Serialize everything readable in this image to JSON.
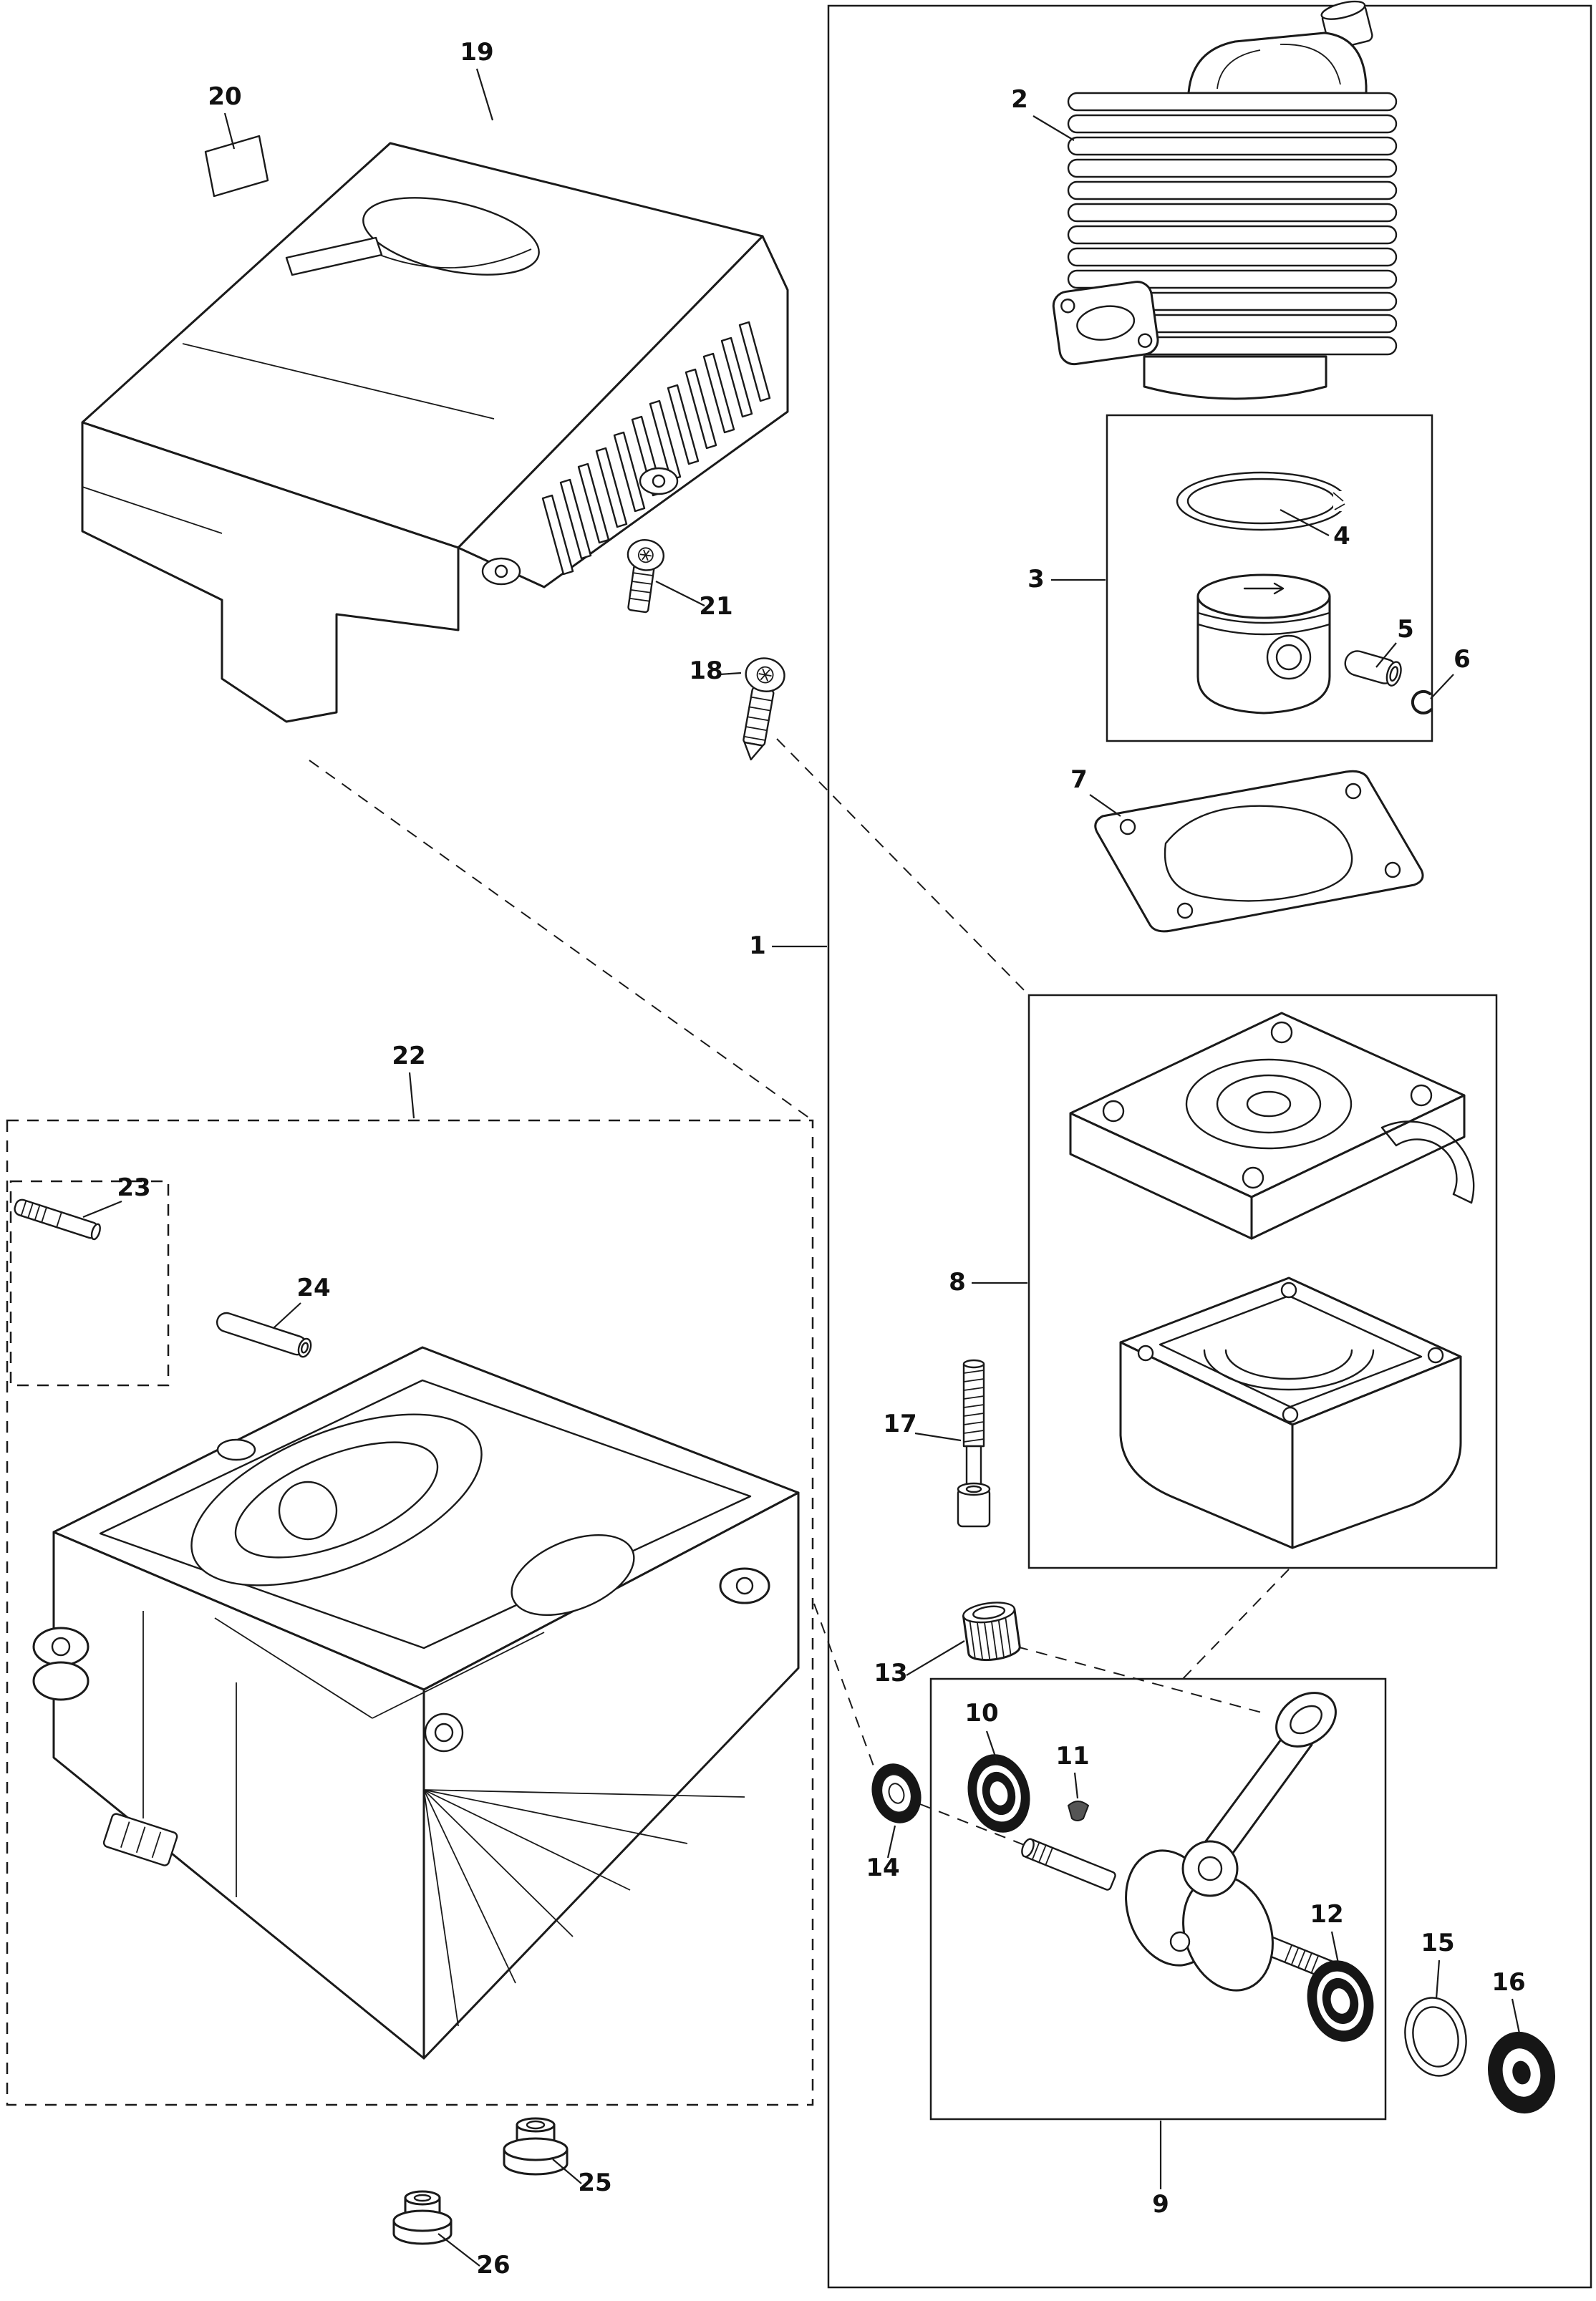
{
  "diagram": {
    "type": "exploded-parts-diagram",
    "background_color": "#ffffff",
    "line_color": "#1a1a1a",
    "callouts": [
      {
        "label": "1"
      },
      {
        "label": "2"
      },
      {
        "label": "3"
      },
      {
        "label": "4"
      },
      {
        "label": "5"
      },
      {
        "label": "6"
      },
      {
        "label": "7"
      },
      {
        "label": "8"
      },
      {
        "label": "9"
      },
      {
        "label": "10"
      },
      {
        "label": "11"
      },
      {
        "label": "12"
      },
      {
        "label": "13"
      },
      {
        "label": "14"
      },
      {
        "label": "15"
      },
      {
        "label": "16"
      },
      {
        "label": "17"
      },
      {
        "label": "18"
      },
      {
        "label": "19"
      },
      {
        "label": "20"
      },
      {
        "label": "21"
      },
      {
        "label": "22"
      },
      {
        "label": "23"
      },
      {
        "label": "24"
      },
      {
        "label": "25"
      },
      {
        "label": "26"
      }
    ]
  }
}
